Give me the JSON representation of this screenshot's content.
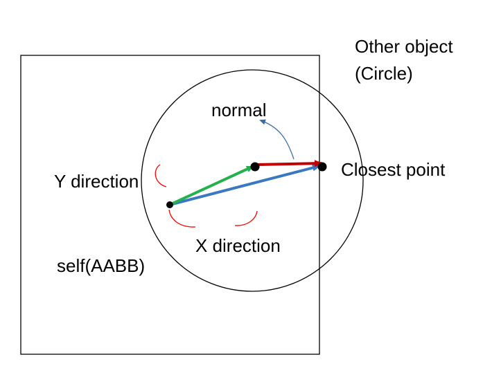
{
  "labels": {
    "other_object_line1": "Other object",
    "other_object_line2": "(Circle)",
    "normal": "normal",
    "closest_point": "Closest point",
    "y_direction": "Y direction",
    "x_direction": "X direction",
    "self": "self(AABB)"
  },
  "colors": {
    "outline": "#000000",
    "green_vector": "#22b14c",
    "blue_vector": "#3a78c3",
    "red_vector": "#c00000",
    "normal_arrow": "#3a6ea5",
    "direction_arcs": "#ff0000"
  }
}
